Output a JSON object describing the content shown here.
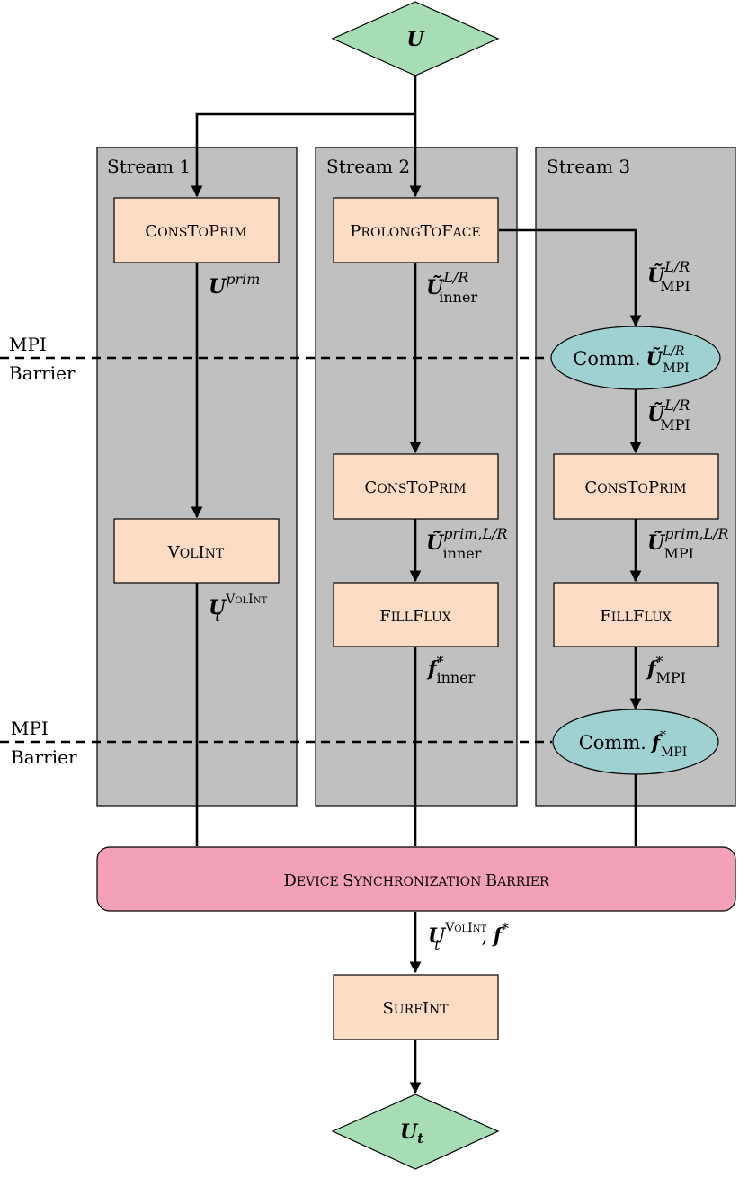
{
  "nodes": {
    "input": "U",
    "output_main": "U",
    "output_sub": "t"
  },
  "lanes": [
    {
      "title": "Stream 1"
    },
    {
      "title": "Stream 2"
    },
    {
      "title": "Stream 3"
    }
  ],
  "processes": {
    "cons_to_prim_s1": {
      "big1": "C",
      "small1": "ONS",
      "big2": "T",
      "small2": "O",
      "big3": "P",
      "small3": "RIM"
    },
    "prolong_to_face": {
      "big1": "P",
      "small1": "ROLONG",
      "big2": "T",
      "small2": "O",
      "big3": "F",
      "small3": "ACE"
    },
    "vol_int": {
      "big1": "V",
      "small1": "OL",
      "big2": "I",
      "small2": "NT"
    },
    "cons_to_prim_s2": {
      "big1": "C",
      "small1": "ONS",
      "big2": "T",
      "small2": "O",
      "big3": "P",
      "small3": "RIM"
    },
    "cons_to_prim_s3": {
      "big1": "C",
      "small1": "ONS",
      "big2": "T",
      "small2": "O",
      "big3": "P",
      "small3": "RIM"
    },
    "fill_flux_s2": {
      "big1": "F",
      "small1": "ILL",
      "big2": "F",
      "small2": "LUX"
    },
    "fill_flux_s3": {
      "big1": "F",
      "small1": "ILL",
      "big2": "F",
      "small2": "LUX"
    },
    "surf_int": {
      "big1": "S",
      "small1": "URF",
      "big2": "I",
      "small2": "NT"
    }
  },
  "sync_barrier": {
    "big1": "D",
    "small1": "EVICE ",
    "big2": "S",
    "small2": "YNCHRONIZATION ",
    "big3": "B",
    "small3": "ARRIER"
  },
  "comm_nodes": {
    "comm_u": {
      "prefix": "Comm.",
      "sym": "Ũ",
      "sub": "MPI",
      "sup": "L/R"
    },
    "comm_f": {
      "prefix": "Comm.",
      "sym": "f",
      "sub": "MPI",
      "sup": "*"
    }
  },
  "barriers": [
    {
      "line1": "MPI",
      "line2": "Barrier"
    },
    {
      "line1": "MPI",
      "line2": "Barrier"
    }
  ],
  "edge_labels": {
    "u_prim": {
      "sym": "U",
      "sup": "prim"
    },
    "u_inner_lr": {
      "sym": "Ũ",
      "sub": "inner",
      "sup": "L/R"
    },
    "u_mpi_lr_1": {
      "sym": "Ũ",
      "sub": "MPI",
      "sup": "L/R"
    },
    "u_mpi_lr_2": {
      "sym": "Ũ",
      "sub": "MPI",
      "sup": "L/R"
    },
    "u_t_volint": {
      "sym": "U",
      "sub": "t",
      "sup_big1": "V",
      "sup_small1": "OL",
      "sup_big2": "I",
      "sup_small2": "NT"
    },
    "u_inner_prim": {
      "sym": "Ũ",
      "sub": "inner",
      "sup": "prim,L/R"
    },
    "u_mpi_prim": {
      "sym": "Ũ",
      "sub": "MPI",
      "sup": "prim,L/R"
    },
    "f_inner": {
      "sym": "f",
      "sub": "inner",
      "sup": "*"
    },
    "f_mpi": {
      "sym": "f",
      "sub": "MPI",
      "sup": "*"
    },
    "final": {
      "sym": "U",
      "sub": "t",
      "sup_big1": "V",
      "sup_small1": "OL",
      "sup_big2": "I",
      "sup_small2": "NT",
      "sep": ",",
      "sym2": "f",
      "sup2": "*"
    }
  },
  "colors": {
    "lane_fill": "#c0c0c0",
    "process_fill": "#fcdcc4",
    "comm_fill": "#9fd0d2",
    "diamond_fill": "#a6ddb4",
    "sync_fill": "#f3a1b6"
  }
}
